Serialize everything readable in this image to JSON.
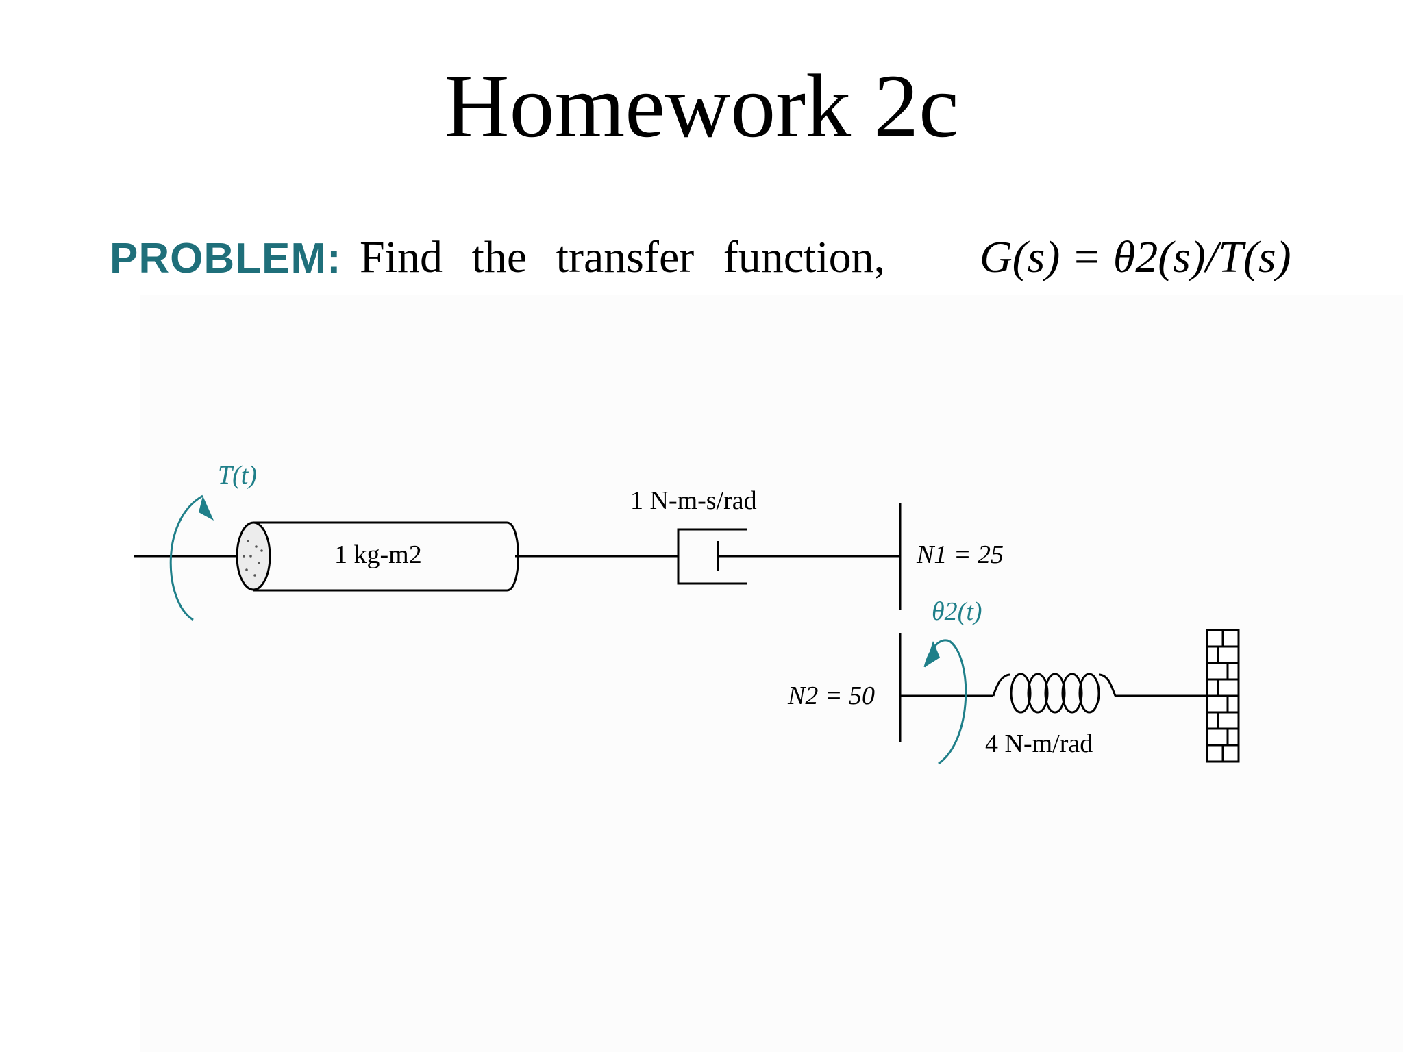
{
  "slide": {
    "title": "Homework 2c"
  },
  "problem": {
    "label": "PROBLEM:",
    "text": "Find the transfer function,",
    "equation": "G(s) = θ2(s)/T(s)"
  },
  "diagram": {
    "torque_label": "T(t)",
    "inertia_label": "1 kg-m2",
    "damper_label": "1 N-m-s/rad",
    "gear1_label": "N1 = 25",
    "gear2_label": "N2 = 50",
    "theta_label": "θ2(t)",
    "spring_label": "4 N-m/rad",
    "accent_color": "#1f7f89"
  }
}
